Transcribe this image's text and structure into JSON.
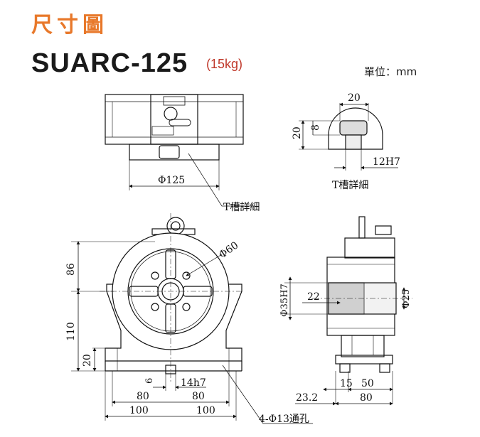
{
  "header": {
    "title": "尺寸圖",
    "model": "SUARC-125",
    "weight": "(15kg)",
    "unit": "單位：mm"
  },
  "top_view": {
    "dia_label": "Φ125",
    "callout": "T槽詳細"
  },
  "tslot_detail": {
    "width": "20",
    "height": "20",
    "depth": "8",
    "slot": "12H7",
    "caption": "T槽詳細"
  },
  "front_view": {
    "center_height": "86",
    "base_height": "110",
    "base_thk": "20",
    "dia": "Φ60",
    "key": "6",
    "key_fit": "14h7",
    "half_inner_left": "80",
    "half_inner_right": "80",
    "half_outer_left": "100",
    "half_outer_right": "100",
    "holes": "4-Φ13通孔"
  },
  "side_view": {
    "dia_left": "Φ35H7",
    "inner": "22",
    "dia_right": "Φ25",
    "dim_a": "15",
    "dim_b": "50",
    "dim_c": "23.2",
    "dim_d": "80"
  }
}
